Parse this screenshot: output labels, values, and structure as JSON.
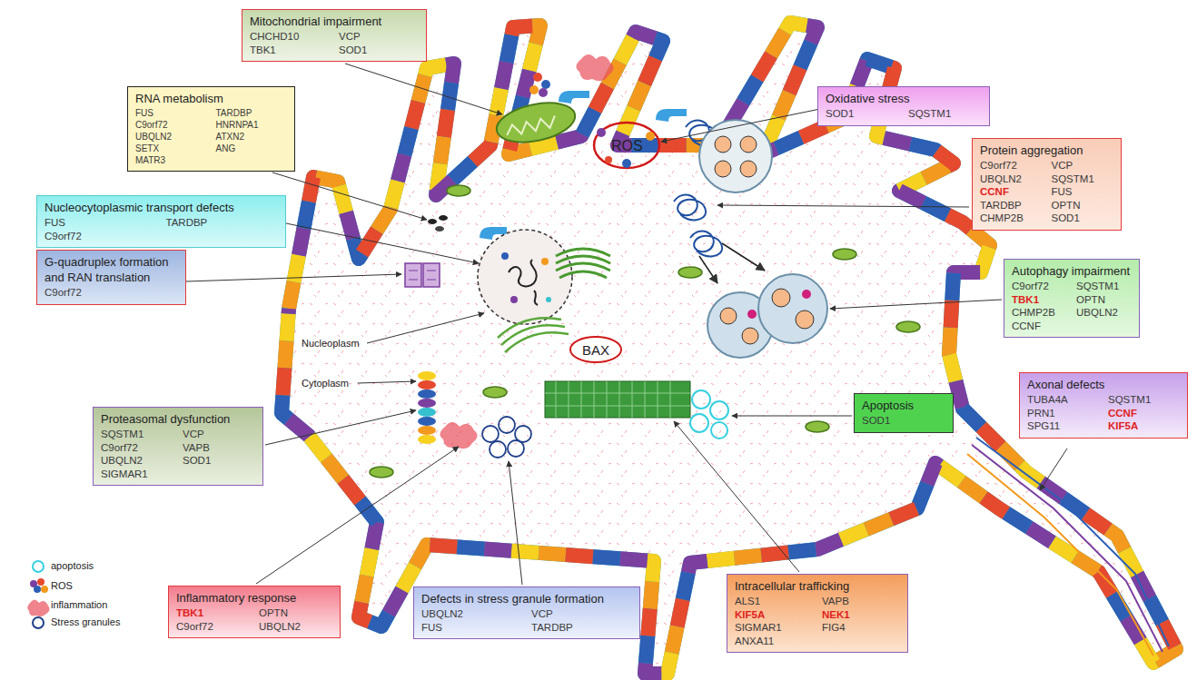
{
  "diagram": {
    "nodes": [
      {
        "text": [
          "Mitochondrial impairment",
          "CHCHD10",
          "VCP",
          "TBK1",
          "SOD1"
        ]
      },
      {
        "text": [
          "RNA metabolism",
          "FUS",
          "TARDBP",
          "C9orf72",
          "HNRNPA1",
          "UBQLN2",
          "ATXN2",
          "SETX",
          "ANG",
          "MATR3"
        ]
      },
      {
        "text": [
          "Oxidative stress",
          "SOD1",
          "SQSTM1"
        ]
      },
      {
        "text": [
          "Protein aggregation",
          "C9orf72",
          "VCP",
          "UBQLN2",
          "SQSTM1",
          "CCNF",
          "FUS",
          "TARDBP",
          "OPTN",
          "CHMP2B",
          "SOD1"
        ]
      },
      {
        "text": [
          "Nucleocytoplasmic transport defects",
          "FUS",
          "TARDBP",
          "C9orf72"
        ]
      },
      {
        "text": [
          "G-quadruplex formation and RAN translation",
          "C9orf72"
        ]
      },
      {
        "text": [
          "Autophagy impairment",
          "C9orf72",
          "SQSTM1",
          "TBK1",
          "OPTN",
          "CHMP2B",
          "UBQLN2",
          "CCNF"
        ]
      },
      {
        "text": [
          "Axonal defects",
          "TUBA4A",
          "SQSTM1",
          "PRN1",
          "CCNF",
          "SPG11",
          "KIF5A"
        ]
      },
      {
        "text": [
          "Apoptosis",
          "SOD1"
        ]
      },
      {
        "text": [
          "Proteasomal dysfunction",
          "SQSTM1",
          "VCP",
          "C9orf72",
          "VAPB",
          "UBQLN2",
          "SOD1",
          "SIGMAR1"
        ]
      },
      {
        "text": [
          "Inflammatory response",
          "TBK1",
          "OPTN",
          "C9orf72",
          "UBQLN2"
        ]
      },
      {
        "text": [
          "Defects in stress granule formation",
          "UBQLN2",
          "VCP",
          "FUS",
          "TARDBP"
        ]
      },
      {
        "text": [
          "Intracellular trafficking",
          "ALS1",
          "VAPB",
          "KIF5A",
          "NEK1",
          "SIGMAR1",
          "FIG4",
          "ANXA11"
        ]
      }
    ],
    "labels": [
      "ROS",
      "Nucleoplasm",
      "Cytoplasm",
      "BAX"
    ],
    "legend": [
      {
        "text": "apoptosis"
      },
      {
        "text": "ROS"
      },
      {
        "text": "inflammation"
      },
      {
        "text": "Stress granules"
      }
    ]
  }
}
